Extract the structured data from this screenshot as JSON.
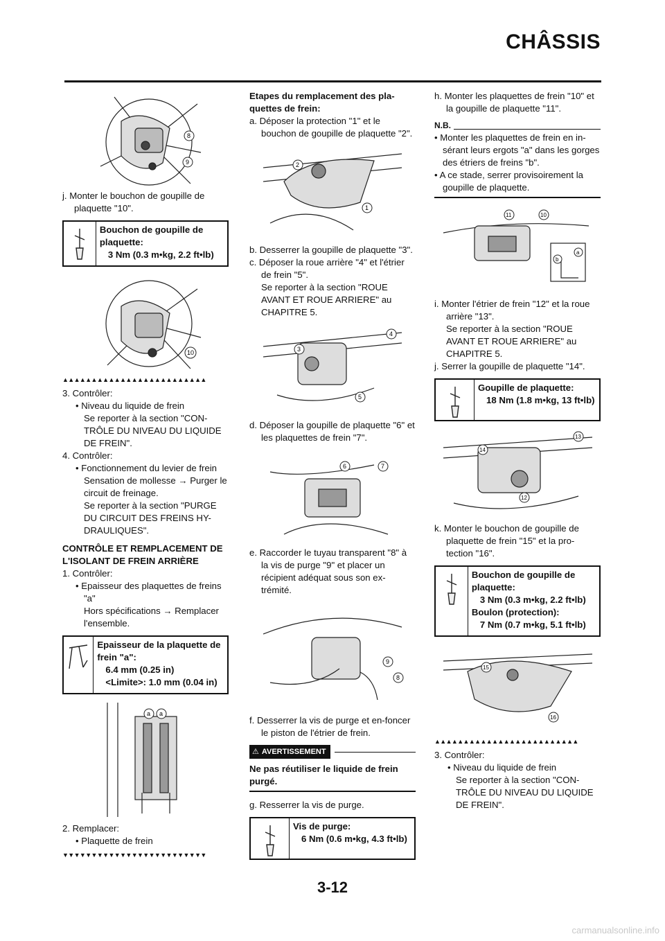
{
  "header": {
    "title": "CHÂSSIS"
  },
  "page_number": "3-12",
  "watermark": "carmanualsonline.info",
  "triangles_up": "▲▲▲▲▲▲▲▲▲▲▲▲▲▲▲▲▲▲▲▲▲▲▲▲▲",
  "triangles_down": "▼▼▼▼▼▼▼▼▼▼▼▼▼▼▼▼▼▼▼▼▼▼▼▼▼",
  "col1": {
    "fig1_labels": [
      "8",
      "9"
    ],
    "step_j": "j.  Monter le bouchon de goupille de plaquette \"10\".",
    "spec1": {
      "title": "Bouchon de goupille de plaquette:",
      "value": "3 Nm (0.3 m•kg, 2.2 ft•lb)"
    },
    "fig2_labels": [
      "10"
    ],
    "step_3": "3.  Contrôler:",
    "step_3_b1": "Niveau du liquide de frein",
    "step_3_b1_ref": "Se reporter à la section \"CON-TRÔLE DU NIVEAU DU LIQUIDE DE FREIN\".",
    "step_4": "4.  Contrôler:",
    "step_4_b1": "Fonctionnement du levier de frein",
    "step_4_b1_t2": "Sensation de mollesse → Purger le circuit de freinage.",
    "step_4_b1_ref": "Se reporter à la section \"PURGE DU CIRCUIT DES FREINS HY-DRAULIQUES\".",
    "section_title": "CONTRÔLE ET REMPLACEMENT DE L'ISOLANT DE FREIN ARRIÈRE",
    "s1": "1.  Contrôler:",
    "s1_b1": "Epaisseur des plaquettes de freins \"a\"",
    "s1_b1_t2": "Hors spécifications → Remplacer l'ensemble.",
    "spec2": {
      "title": "Epaisseur de la plaquette de frein \"a\":",
      "value": "6.4 mm (0.25 in)",
      "limit": "<Limite>: 1.0 mm (0.04 in)"
    },
    "fig3_labels": [
      "a",
      "a"
    ],
    "s2": "2.  Remplacer:",
    "s2_b1": "Plaquette de frein"
  },
  "col2": {
    "heading": "Etapes du remplacement des pla-quettes de frein:",
    "a": "a.  Déposer la protection \"1\" et le bouchon de goupille de plaquette \"2\".",
    "fig_a_labels": [
      "2",
      "1"
    ],
    "b": "b.  Desserrer la goupille de plaquette \"3\".",
    "c": "c.  Déposer la roue arrière \"4\" et l'étrier de frein \"5\".",
    "c_ref": "Se reporter à la section \"ROUE AVANT ET ROUE ARRIERE\" au CHAPITRE 5.",
    "fig_c_labels": [
      "4",
      "3",
      "5"
    ],
    "d": "d.  Déposer la goupille de plaquette \"6\" et les plaquettes de frein \"7\".",
    "fig_d_labels": [
      "6",
      "7"
    ],
    "e": "e.  Raccorder le tuyau transparent \"8\" à la vis de purge \"9\" et placer un récipient adéquat sous son ex-trémité.",
    "fig_e_labels": [
      "9",
      "8"
    ],
    "f": "f.  Desserrer la vis de purge et en-foncer le piston de l'étrier de frein.",
    "warning_label": "AVERTISSEMENT",
    "warning_text": "Ne pas réutiliser le liquide de frein purgé.",
    "g": "g.  Resserrer la vis de purge.",
    "spec3": {
      "title": "Vis de purge:",
      "value": "6 Nm (0.6 m•kg, 4.3 ft•lb)"
    }
  },
  "col3": {
    "h": "h.  Monter les plaquettes de frein \"10\" et la goupille de plaquette \"11\".",
    "nb_label": "N.B.",
    "nb1": "Monter les plaquettes de frein en in-sérant leurs ergots \"a\" dans les gorges des étriers de freins \"b\".",
    "nb2": "A ce stade, serrer provisoirement la goupille de plaquette.",
    "fig_h_labels": [
      "11",
      "10",
      "b",
      "a"
    ],
    "i": "i.  Monter l'étrier de frein \"12\" et la roue arrière \"13\".",
    "i_ref": "Se reporter à la section \"ROUE AVANT ET ROUE ARRIERE\" au CHAPITRE 5.",
    "j": "j.  Serrer la goupille de plaquette \"14\".",
    "spec4": {
      "title": "Goupille de plaquette:",
      "value": "18 Nm (1.8 m•kg, 13 ft•lb)"
    },
    "fig_j_labels": [
      "13",
      "14",
      "12"
    ],
    "k": "k.  Monter le bouchon de goupille de plaquette de frein \"15\" et la pro-tection \"16\".",
    "spec5": {
      "title": "Bouchon de goupille de plaquette:",
      "value": "3 Nm (0.3 m•kg, 2.2 ft•lb)",
      "title2": "Boulon (protection):",
      "value2": "7 Nm (0.7 m•kg, 5.1 ft•lb)"
    },
    "fig_k_labels": [
      "15",
      "16"
    ],
    "s3": "3.  Contrôler:",
    "s3_b1": "Niveau du liquide de frein",
    "s3_b1_ref": "Se reporter à la section \"CON-TRÔLE DU NIVEAU DU LIQUIDE DE FREIN\"."
  }
}
